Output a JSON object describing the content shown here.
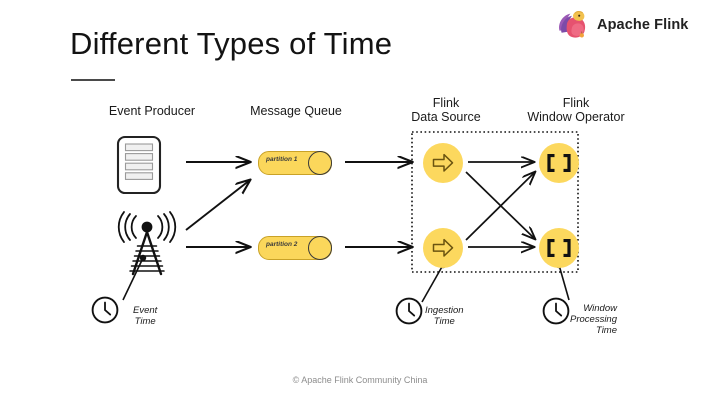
{
  "brand": {
    "name": "Apache Flink",
    "logo_icon": "flink-squirrel-logo",
    "logo_colors": {
      "body": "#E6526F",
      "wing": "#9B59B6",
      "accent": "#F2C14E"
    }
  },
  "slide": {
    "title": "Different Types of Time",
    "accent_rule_color": "#4a4a4a",
    "background": "#ffffff"
  },
  "columns": {
    "producer": "Event Producer",
    "queue": "Message Queue",
    "source_line1": "Flink",
    "source_line2": "Data Source",
    "window_line1": "Flink",
    "window_line2": "Window Operator"
  },
  "producers": [
    {
      "icon": "server-icon",
      "name": "server"
    },
    {
      "icon": "antenna-tower-icon",
      "name": "sensor-tower"
    }
  ],
  "queue": {
    "partitions": [
      {
        "label": "partition 1"
      },
      {
        "label": "partition 2"
      }
    ],
    "fill_color": "#FBD75B",
    "stroke_color": "#c9a227"
  },
  "operators": {
    "data_source": [
      {
        "icon": "arrow-right-glyph-icon"
      },
      {
        "icon": "arrow-right-glyph-icon"
      }
    ],
    "window": [
      {
        "icon": "brackets-glyph-icon"
      },
      {
        "icon": "brackets-glyph-icon"
      }
    ],
    "fill_color": "#FCD85E",
    "group_border": "dotted"
  },
  "time_markers": [
    {
      "id": "event-time",
      "icon": "clock-icon",
      "lines": [
        "Event",
        "Time"
      ]
    },
    {
      "id": "ingestion-time",
      "icon": "clock-icon",
      "lines": [
        "Ingestion",
        "Time"
      ]
    },
    {
      "id": "window-processing-time",
      "icon": "clock-icon",
      "lines": [
        "Window",
        "Processing",
        "Time"
      ]
    }
  ],
  "footer": {
    "text": "© Apache Flink Community China"
  }
}
